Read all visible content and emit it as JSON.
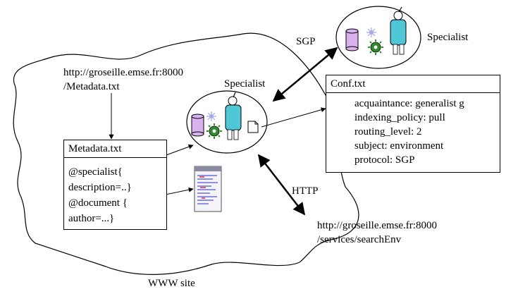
{
  "labels": {
    "sgp": "SGP",
    "http": "HTTP",
    "www_site": "WWW site",
    "specialist_top": "Specialist",
    "specialist_mid": "Specialist",
    "url_metadata_1": "http://groseille.emse.fr:8000",
    "url_metadata_2": "/Metadata.txt",
    "url_service_1": "http://groseille.emse.fr:8000",
    "url_service_2": "/services/searchEnv"
  },
  "metadata_box": {
    "title": "Metadata.txt",
    "lines": [
      "@specialist{",
      "description=..}",
      "@document {",
      "author=...}"
    ]
  },
  "conf_box": {
    "title": "Conf.txt",
    "lines": [
      "acquaintance: generalist g",
      "indexing_policy: pull",
      "routing_level: 2",
      "subject: environment",
      "protocol: SGP"
    ]
  },
  "colors": {
    "database": "#d9b3f0",
    "agent_body": "#4fc7d6",
    "gear_outer": "#2e8b2e",
    "gear_spark": "#a9a9e8"
  }
}
